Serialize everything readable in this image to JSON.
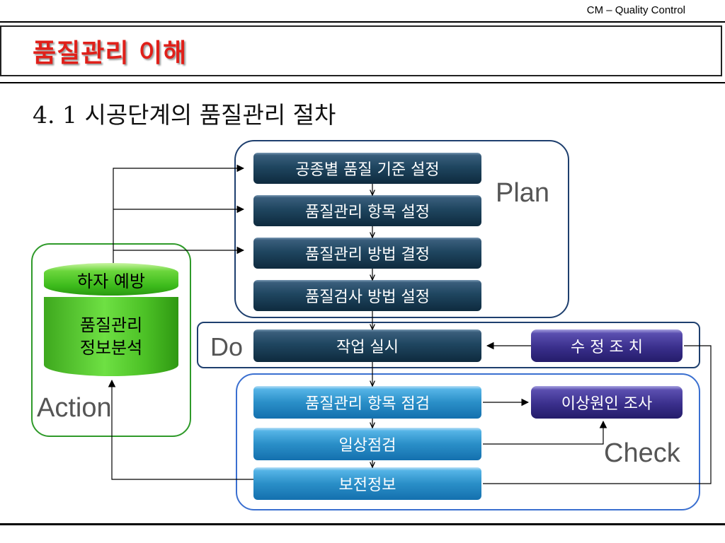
{
  "header": {
    "right_text": "CM – Quality Control"
  },
  "title": "품질관리 이해",
  "subtitle": "4. 1 시공단계의 품질관리 절차",
  "diagram": {
    "plan": {
      "label": "Plan",
      "steps": [
        "공종별 품질 기준 설정",
        "품질관리 항목 설정",
        "품질관리 방법 결정",
        "품질검사 방법 설정"
      ]
    },
    "do": {
      "label": "Do",
      "step": "작업 실시",
      "correction": "수 정 조 치"
    },
    "check": {
      "label": "Check",
      "steps": [
        "품질관리 항목 점검",
        "일상점검",
        "보전정보"
      ],
      "investigation": "이상원인 조사"
    },
    "action": {
      "label": "Action",
      "top": "하자 예방",
      "body_line1": "품질관리",
      "body_line2": "정보분석"
    }
  }
}
